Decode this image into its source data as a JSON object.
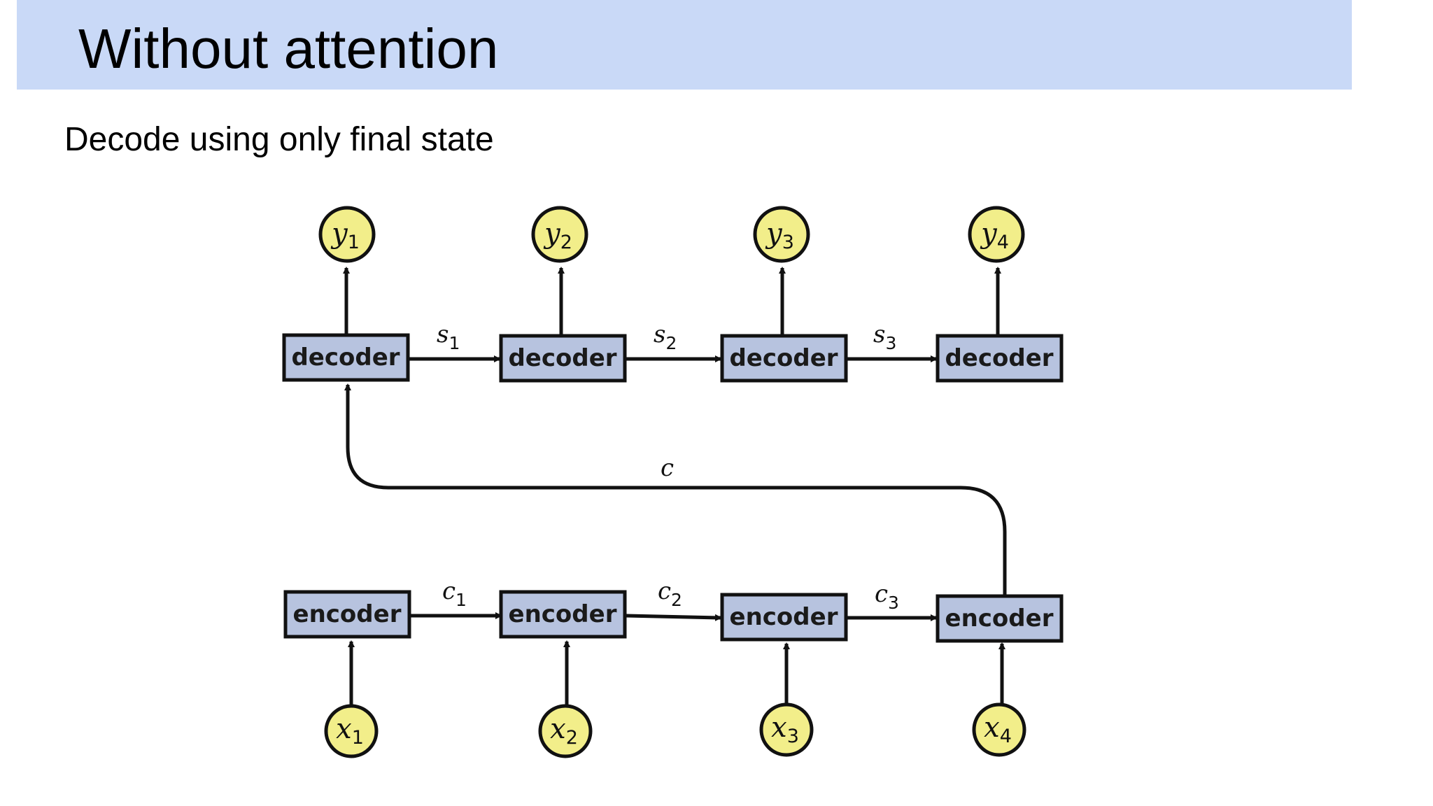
{
  "slide": {
    "title": "Without attention",
    "subtitle": "Decode using only final state"
  },
  "colors": {
    "title_bar": "#c9d9f7",
    "box_fill": "#b7c3df",
    "node_fill": "#f2ee8a",
    "stroke": "#111111"
  },
  "diagram": {
    "decoder_label": "decoder",
    "encoder_label": "encoder",
    "outputs": [
      {
        "base": "y",
        "sub": "1"
      },
      {
        "base": "y",
        "sub": "2"
      },
      {
        "base": "y",
        "sub": "3"
      },
      {
        "base": "y",
        "sub": "4"
      }
    ],
    "inputs": [
      {
        "base": "x",
        "sub": "1"
      },
      {
        "base": "x",
        "sub": "2"
      },
      {
        "base": "x",
        "sub": "3"
      },
      {
        "base": "x",
        "sub": "4"
      }
    ],
    "decoder_states": [
      {
        "base": "s",
        "sub": "1"
      },
      {
        "base": "s",
        "sub": "2"
      },
      {
        "base": "s",
        "sub": "3"
      }
    ],
    "encoder_states": [
      {
        "base": "c",
        "sub": "1"
      },
      {
        "base": "c",
        "sub": "2"
      },
      {
        "base": "c",
        "sub": "3"
      }
    ],
    "context_label": "c"
  }
}
